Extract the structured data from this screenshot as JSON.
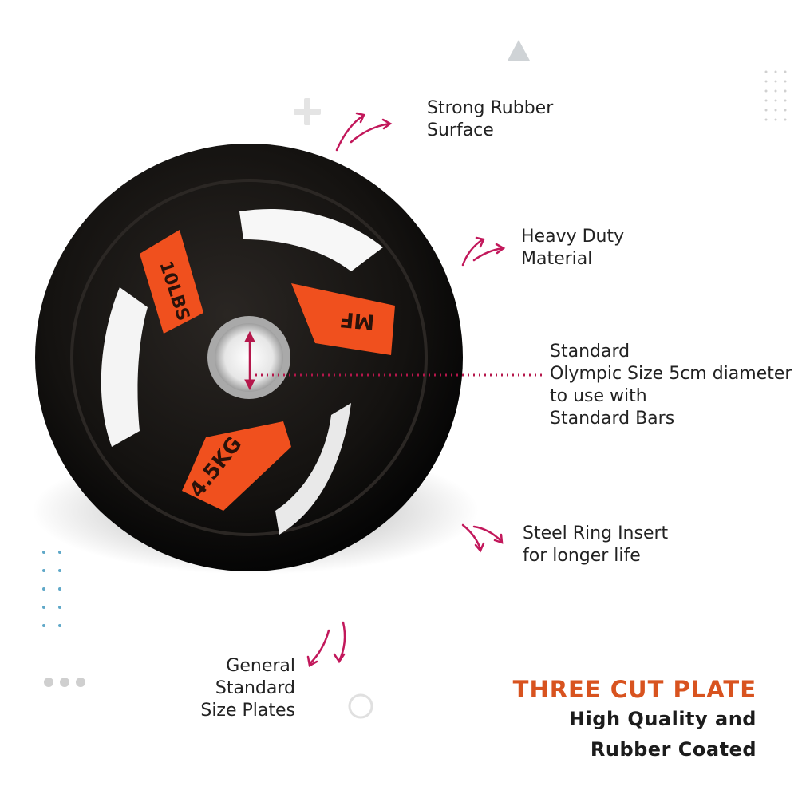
{
  "callouts": {
    "rubber_surface": [
      "Strong Rubber",
      "Surface"
    ],
    "heavy_duty": [
      "Heavy Duty",
      "Material"
    ],
    "olympic_size": [
      "Standard",
      "Olympic Size 5cm diameter",
      "to use with",
      "Standard Bars"
    ],
    "steel_ring": [
      "Steel Ring Insert",
      "for longer life"
    ],
    "general_size": [
      "General",
      "Standard",
      "Size Plates"
    ]
  },
  "headline": {
    "title": "THREE CUT PLATE",
    "line1": "High Quality and",
    "line2": "Rubber Coated"
  },
  "plate": {
    "weight_lbs": "10LBS",
    "weight_kg": "4.5KG",
    "brand": "MF"
  },
  "colors": {
    "accent": "#d8531f",
    "arrow": "#c2185b",
    "plate_body": "#141210",
    "label_orange": "#f0501e",
    "hub_ring": "#bdbdbd"
  },
  "icons": [
    "plus-icon",
    "triangle-icon",
    "circle-icon",
    "dots-icon"
  ]
}
